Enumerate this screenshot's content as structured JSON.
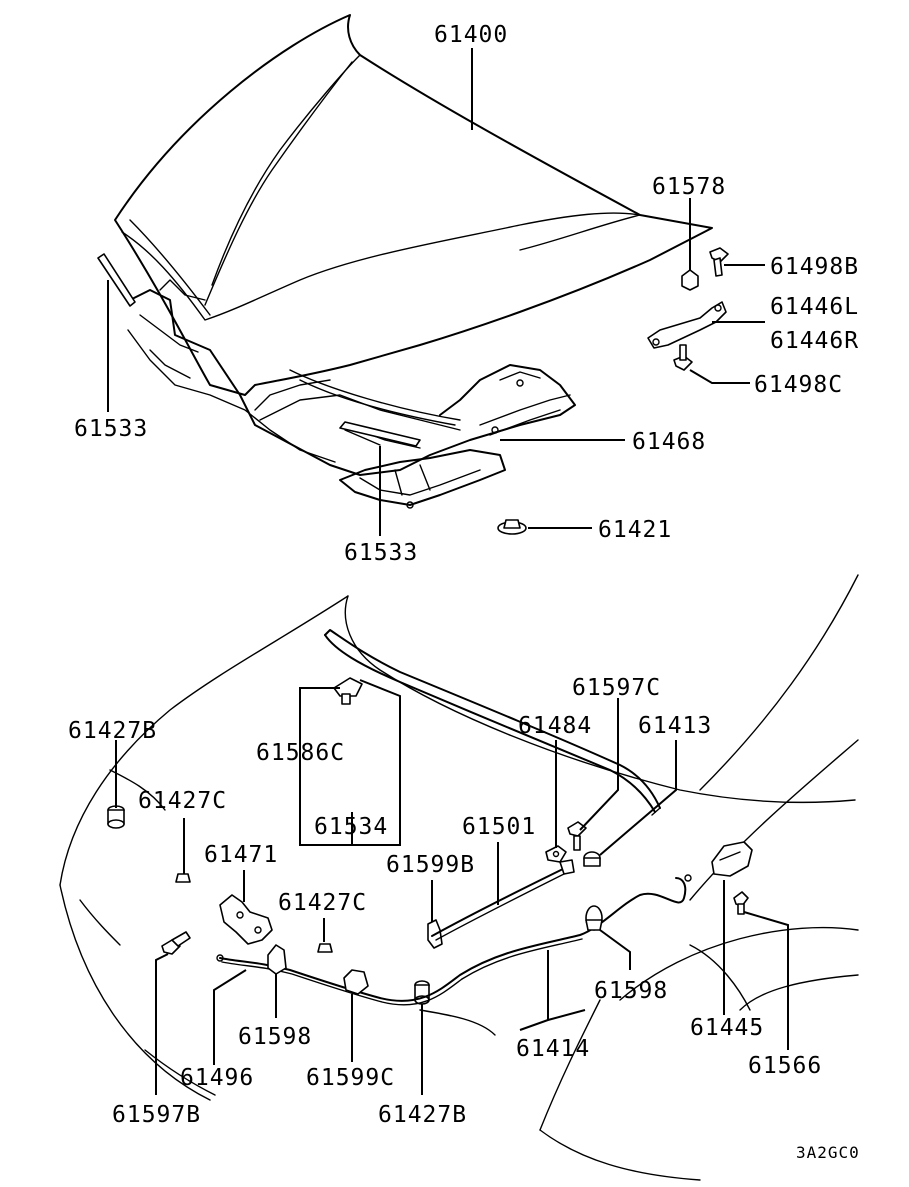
{
  "diagram_code": "3A2GC0",
  "parts": {
    "p61400": "61400",
    "p61578": "61578",
    "p61498B": "61498B",
    "p61446L": "61446L",
    "p61446R": "61446R",
    "p61498C": "61498C",
    "p61533_left": "61533",
    "p61468": "61468",
    "p61533_bottom": "61533",
    "p61421": "61421",
    "p61597C": "61597C",
    "p61484": "61484",
    "p61413": "61413",
    "p61427B_left": "61427B",
    "p61586C": "61586C",
    "p61427C_top": "61427C",
    "p61534": "61534",
    "p61501": "61501",
    "p61471": "61471",
    "p61599B": "61599B",
    "p61427C_mid": "61427C",
    "p61598_right": "61598",
    "p61445": "61445",
    "p61598_left": "61598",
    "p61414": "61414",
    "p61566": "61566",
    "p61496": "61496",
    "p61599C": "61599C",
    "p61597B": "61597B",
    "p61427B_bottom": "61427B"
  }
}
